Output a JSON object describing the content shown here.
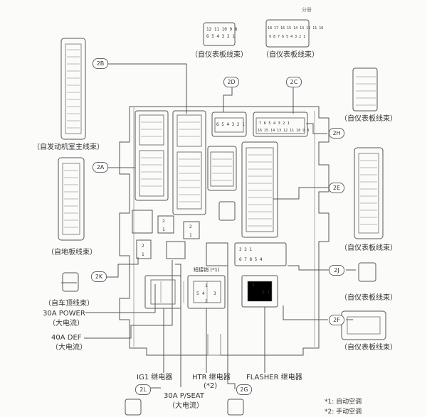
{
  "page_mark": "分册",
  "connectors": {
    "2A": "2A",
    "2B": "2B",
    "2C": "2C",
    "2D": "2D",
    "2E": "2E",
    "2F": "2F",
    "2G": "2G",
    "2H": "2H",
    "2J": "2J",
    "2K": "2K",
    "2L": "2L"
  },
  "labels": {
    "inst_2d": "（自仪表板线束）",
    "inst_2c": "（自仪表板线束）",
    "engine": "（自发动机室主线束）",
    "inst_2h": "（自仪表板线束）",
    "inst_2e": "（自仪表板线束）",
    "floor": "（自地板线束）",
    "roof": "（自车顶线束）",
    "power_30a": "30A POWER",
    "power_30a_sub": "（大电流）",
    "def_40a": "40A DEF",
    "def_40a_sub": "（大电流）",
    "inst_2j": "（自仪表板线束）",
    "inst_2f": "（自仪表板线束）",
    "ig1": "IG1 继电器",
    "htr": "HTR 继电器",
    "htr_note": "(*2)",
    "flasher": "FLASHER 继电器",
    "pseat": "30A P/SEAT",
    "pseat_sub": "（大电流）",
    "short_pin": "短接销 (*1)"
  },
  "footnotes": {
    "n1": "*1: 自动空调",
    "n2": "*2: 手动空调"
  },
  "pins": {
    "p2d_top": "12 11 10 9 8",
    "p2d_bot": "6 5 4 3 2 1",
    "p2c_top": "18 17 16 15 14 13 12 11 10",
    "p2c_bot": "9 8 7 6 5 4 3 2 1",
    "p2h_top": "7 6 5 4 3 2 1",
    "p2h_bot": "16 15 14 13 12 11 10 9 8",
    "relay_a": "3 2 1",
    "relay_b": "6 7 8 5 4",
    "fl_top": "3",
    "fl_bot": "2 1",
    "r2": "2",
    "r1": "1",
    "h5": "5",
    "h4": "4",
    "h3": "3",
    "h2": "2",
    "h1": "1"
  }
}
